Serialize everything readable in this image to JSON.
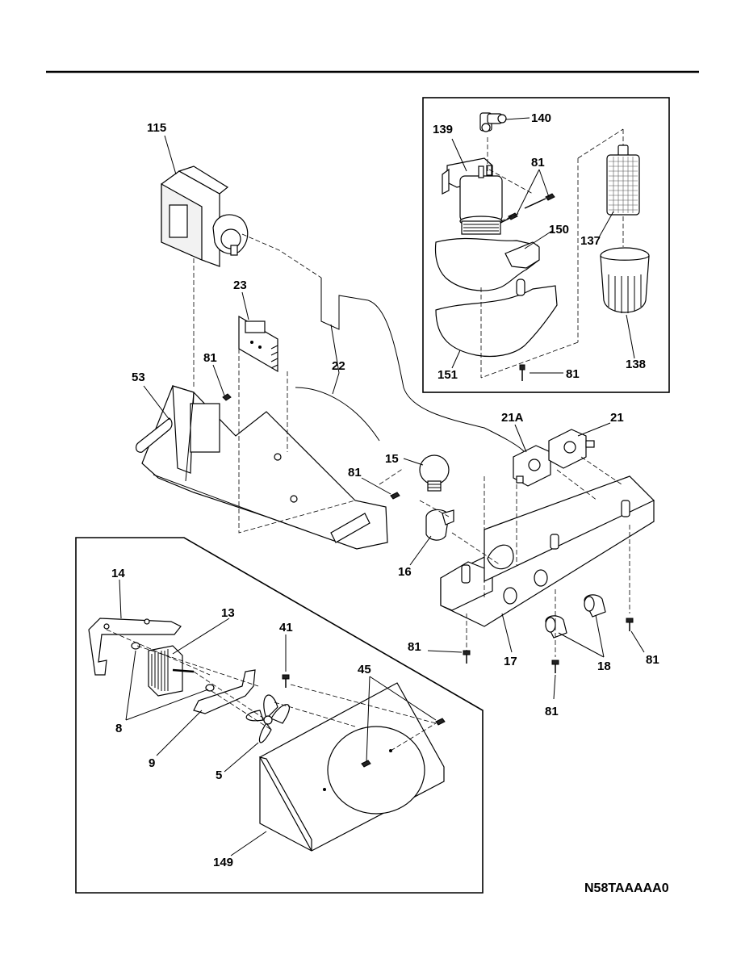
{
  "diagram": {
    "drawing_code": "N58TAAAAA0",
    "callouts": {
      "c115": "115",
      "c23": "23",
      "c81a": "81",
      "c53": "53",
      "c22": "22",
      "c15": "15",
      "c81b": "81",
      "c16": "16",
      "c21A": "21A",
      "c21": "21",
      "c139": "139",
      "c140": "140",
      "c81c": "81",
      "c150": "150",
      "c137": "137",
      "c138": "138",
      "c151": "151",
      "c81d": "81",
      "c14": "14",
      "c13": "13",
      "c41": "41",
      "c45": "45",
      "c8": "8",
      "c9": "9",
      "c5": "5",
      "c149": "149",
      "c81e": "81",
      "c17": "17",
      "c18": "18",
      "c81f": "81",
      "c81g": "81"
    }
  }
}
